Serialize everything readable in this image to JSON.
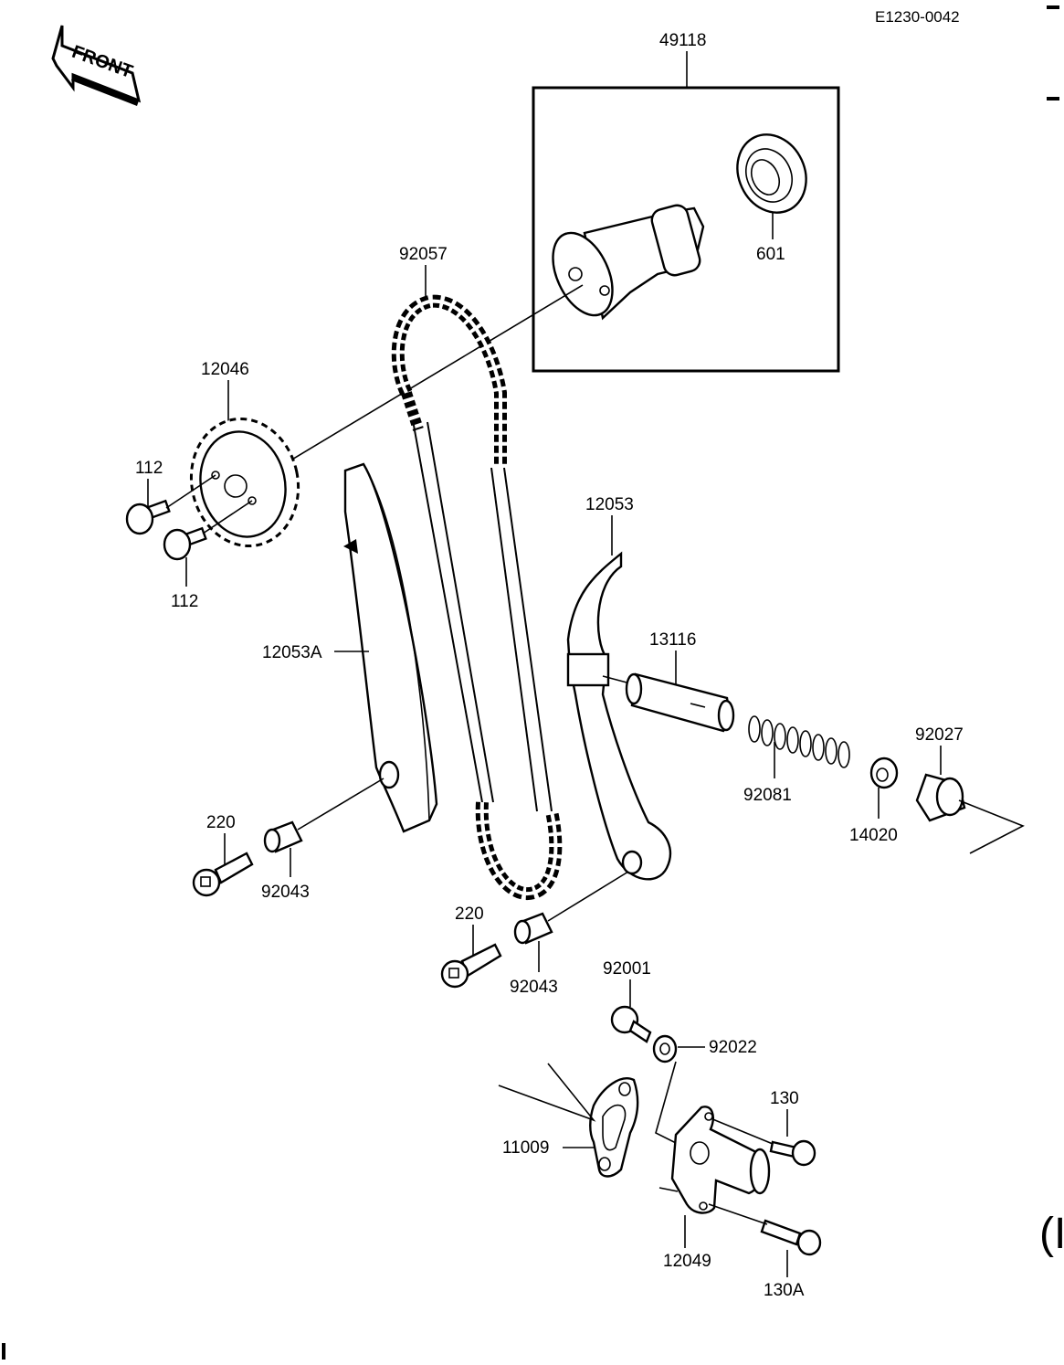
{
  "diagram_code": "E1230-0042",
  "front_label": "FRONT",
  "parts": {
    "camshaft_assembly": "49118",
    "bearing": "601",
    "chain": "92057",
    "sprocket": "12046",
    "bolt_top": "112",
    "bolt_bottom": "112",
    "guide_front": "12053A",
    "guide_rear": "12053",
    "rod": "13116",
    "spring": "92081",
    "collar_right": "92027",
    "circlip": "14020",
    "bolt_220_left": "220",
    "collar_left": "92043",
    "bolt_220_mid": "220",
    "collar_mid": "92043",
    "bolt_92001": "92001",
    "washer": "92022",
    "bolt_130": "130",
    "gasket": "11009",
    "tensioner": "12049",
    "bolt_130a": "130A"
  },
  "margin_mark": "(I"
}
